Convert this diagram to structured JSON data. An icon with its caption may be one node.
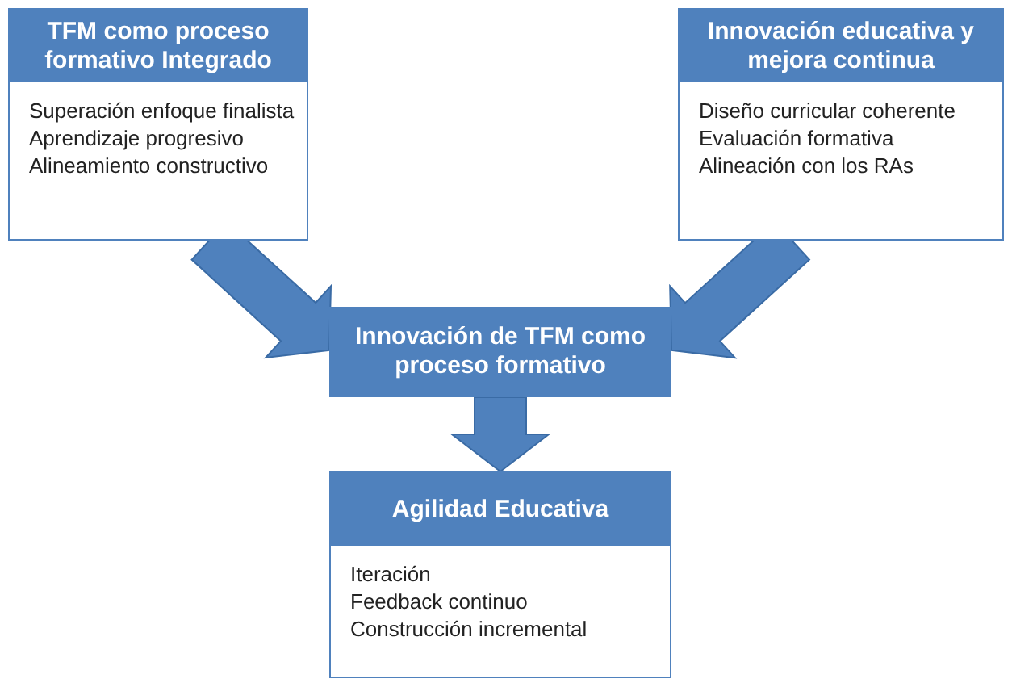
{
  "diagram": {
    "nodes": [
      {
        "text": [
          "TFM como proceso formativo Integrado",
          "Superación enfoque finalista",
          "Aprendizaje progresivo",
          "Alineamiento constructivo"
        ]
      },
      {
        "text": [
          "Innovación educativa y mejora continua",
          "Diseño curricular coherente",
          "Evaluación formativa",
          "Alineación con los RAs"
        ]
      },
      {
        "text": [
          "Innovación de TFM como proceso formativo"
        ]
      },
      {
        "text": [
          "Agilidad Educativa",
          "Iteración",
          "Feedback continuo",
          "Construcción incremental"
        ]
      }
    ],
    "edges": [
      {
        "from": 0,
        "to": 2,
        "arrow": "to",
        "style": "thick"
      },
      {
        "from": 1,
        "to": 2,
        "arrow": "to",
        "style": "thick"
      },
      {
        "from": 2,
        "to": 3,
        "arrow": "to",
        "style": "thick"
      }
    ]
  }
}
